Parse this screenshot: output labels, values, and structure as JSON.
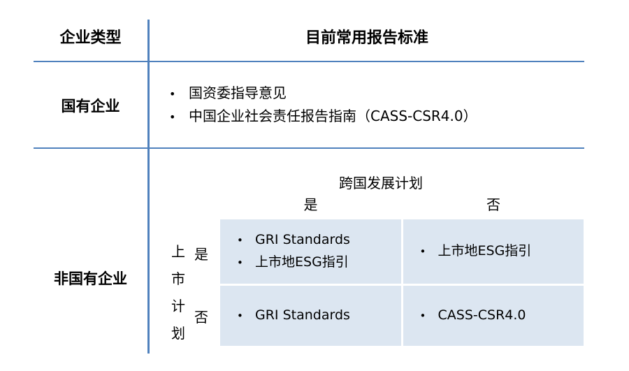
{
  "bullet": "•",
  "header": {
    "col_enterprise_type": "企业类型",
    "col_standards": "目前常用报告标准"
  },
  "rows": {
    "state_owned": {
      "label": "国有企业",
      "bullets": [
        "国资委指导意见",
        "中国企业社会责任报告指南（CASS-CSR4.0）"
      ]
    },
    "non_state_owned": {
      "label": "非国有企业"
    }
  },
  "matrix": {
    "column_axis_title": "跨国发展计划",
    "column_yes": "是",
    "column_no": "否",
    "row_axis_chars": [
      "上",
      "市",
      "计",
      "划"
    ],
    "row_yes": "是",
    "row_no": "否",
    "cells": {
      "listed_yes_multinational_yes": [
        "GRI Standards",
        "上市地ESG指引"
      ],
      "listed_yes_multinational_no": [
        "上市地ESG指引"
      ],
      "listed_no_multinational_yes": [
        "GRI Standards"
      ],
      "listed_no_multinational_no": [
        "CASS-CSR4.0"
      ]
    }
  },
  "colors": {
    "line_blue": "#4f81bd",
    "cell_bg": "#dce6f1"
  }
}
